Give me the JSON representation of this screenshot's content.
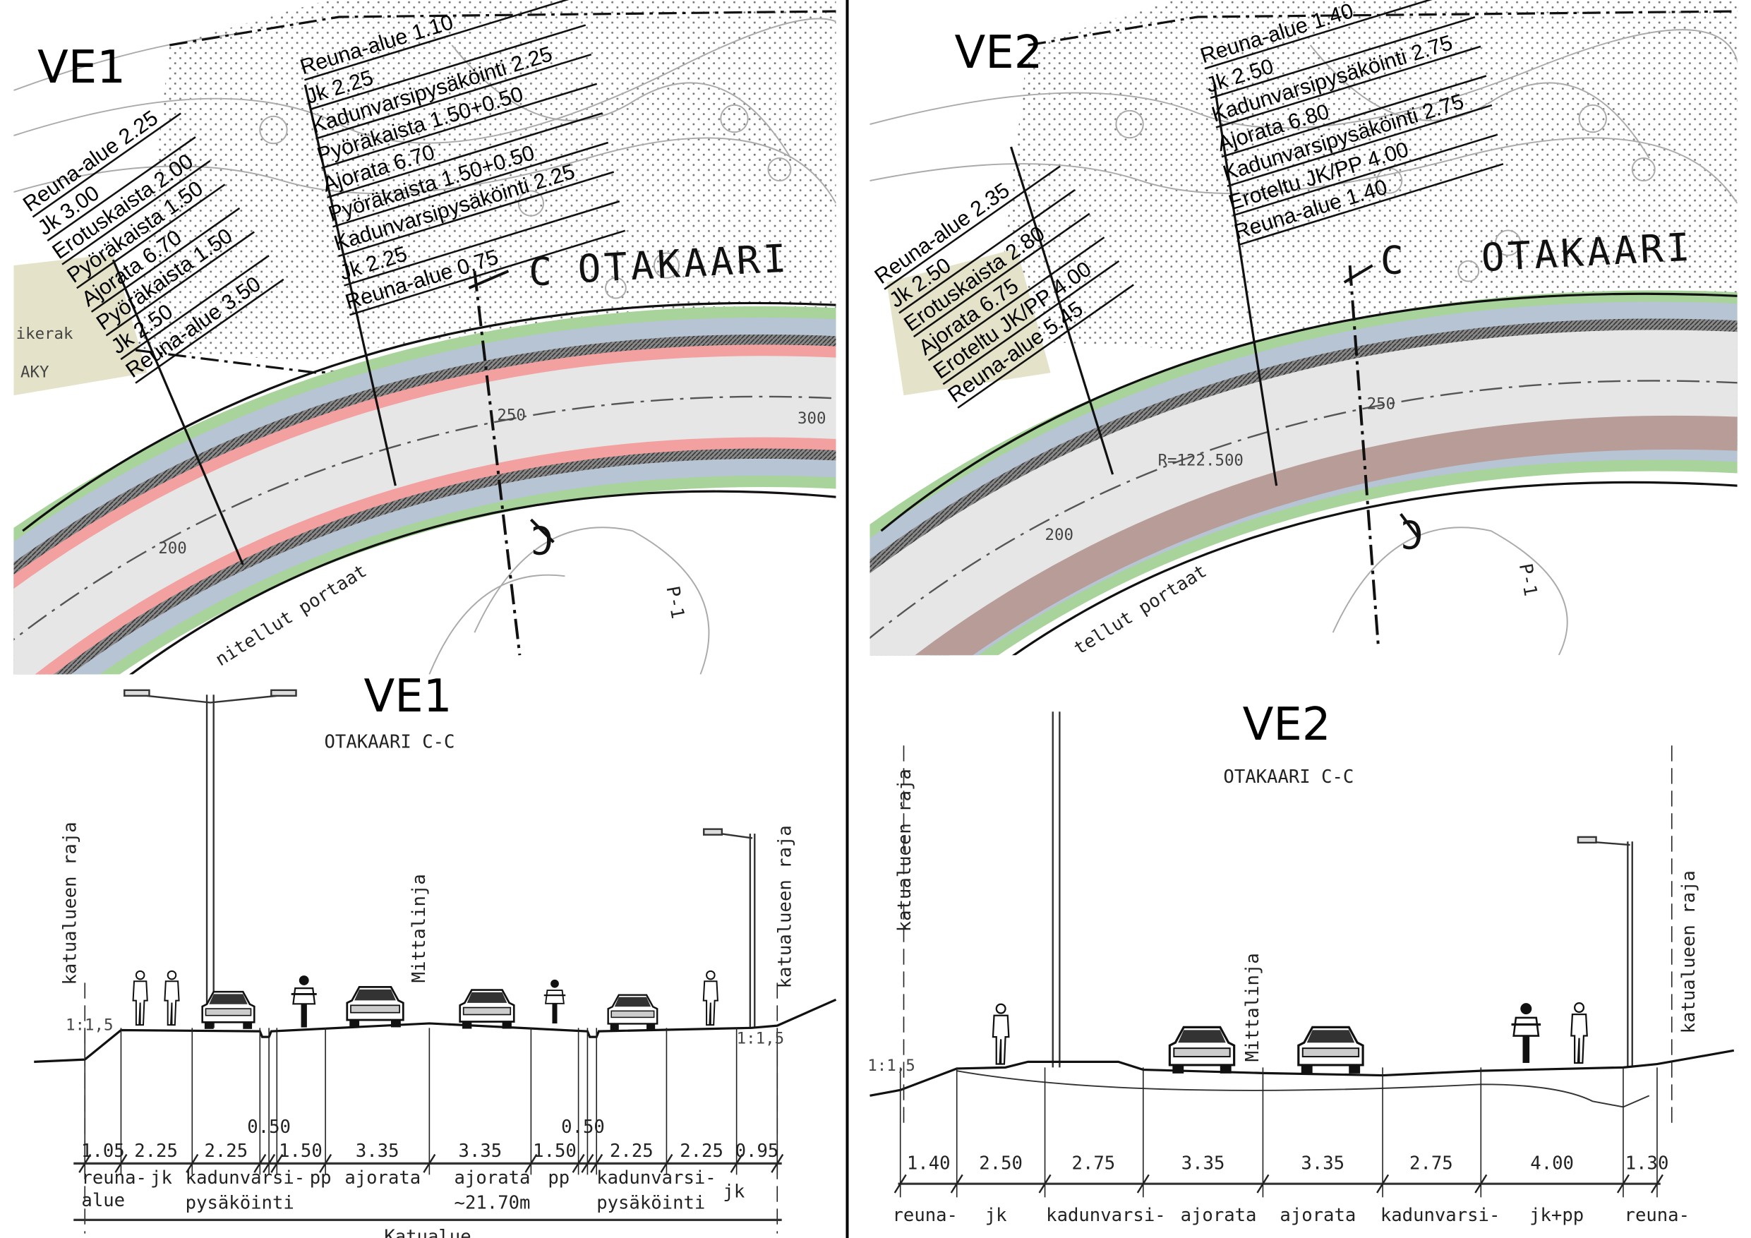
{
  "ve1": {
    "plan_title": "VE1",
    "section_title": "VE1",
    "street_name": "OTAKAARI",
    "section_marker": "C",
    "left_stack": [
      "Reuna-alue 2.25",
      "Jk 3.00",
      "Erotuskaista 2.00",
      "Pyöräkaista 1.50",
      "Ajorata 6.70",
      "Pyöräkaista 1.50",
      "Jk 2.50",
      "Reuna-alue 3.50"
    ],
    "right_stack": [
      "Reuna-alue 1.10",
      "Jk 2.25",
      "Kadunvarsipysäköinti 2.25",
      "Pyöräkaista 1.50+0.50",
      "Ajorata 6.70",
      "Pyöräkaista 1.50+0.50",
      "Kadunvarsipysäköinti 2.25",
      "Jk 2.25",
      "Reuna-alue 0.75"
    ],
    "map_texts": {
      "building": "ikerak",
      "zone": "AKY",
      "stairs": "nitellut portaat",
      "parking": "P-1",
      "station_200": "200",
      "station_250": "250",
      "station_300": "300"
    },
    "section": {
      "subtitle": "OTAKAARI C-C",
      "boundary_label": "katualueen raja",
      "measure_line": "Mittalinja",
      "slope": "1:1,5",
      "widths": [
        "1.05",
        "2.25",
        "2.25",
        "0.50",
        "1.50",
        "3.35",
        "3.35",
        "1.50",
        "0.50",
        "2.25",
        "2.25",
        "0.95"
      ],
      "labels": [
        "reuna-",
        "alue",
        "jk",
        "kadunvarsi-",
        "pysäköinti",
        "pp",
        "ajorata",
        "ajorata",
        "~21.70m",
        "pp",
        "kadunvarsi-",
        "pysäköinti",
        "jk"
      ],
      "total_label": "Katualue"
    }
  },
  "ve2": {
    "plan_title": "VE2",
    "section_title": "VE2",
    "street_name": "OTAKAARI",
    "section_marker": "C",
    "left_stack": [
      "Reuna-alue 2.35",
      "Jk 2.50",
      "Erotuskaista 2.80",
      "Ajorata 6.75",
      "Eroteltu JK/PP 4.00",
      "Reuna-alue 5.45"
    ],
    "right_stack": [
      "Reuna-alue 1.40",
      "Jk 2.50",
      "Kadunvarsipysäköinti 2.75",
      "Ajorata 6.80",
      "Kadunvarsipysäköinti 2.75",
      "Eroteltu JK/PP 4.00",
      "Reuna-alue 1.40"
    ],
    "map_texts": {
      "stairs": "tellut portaat",
      "parking": "P-1",
      "station_200": "200",
      "station_250": "250",
      "radius": "R=122.500"
    },
    "section": {
      "subtitle": "OTAKAARI C-C",
      "boundary_label": "katualueen raja",
      "measure_line": "Mittalinja",
      "slope": "1:1,5",
      "widths": [
        "1.40",
        "2.50",
        "2.75",
        "3.35",
        "3.35",
        "2.75",
        "4.00",
        "1.30"
      ],
      "labels": [
        "reuna-",
        "jk",
        "kadunvarsi-",
        "ajorata",
        "ajorata",
        "kadunvarsi-",
        "jk+pp",
        "reuna-"
      ]
    }
  },
  "colors": {
    "green": "#a8d39a",
    "blue_gray": "#b7c4d4",
    "bike_lane": "#f2a0a0",
    "brown": "#b79c98",
    "parking_hatch": "#6a6a6a",
    "building": "#e4e2c8"
  }
}
